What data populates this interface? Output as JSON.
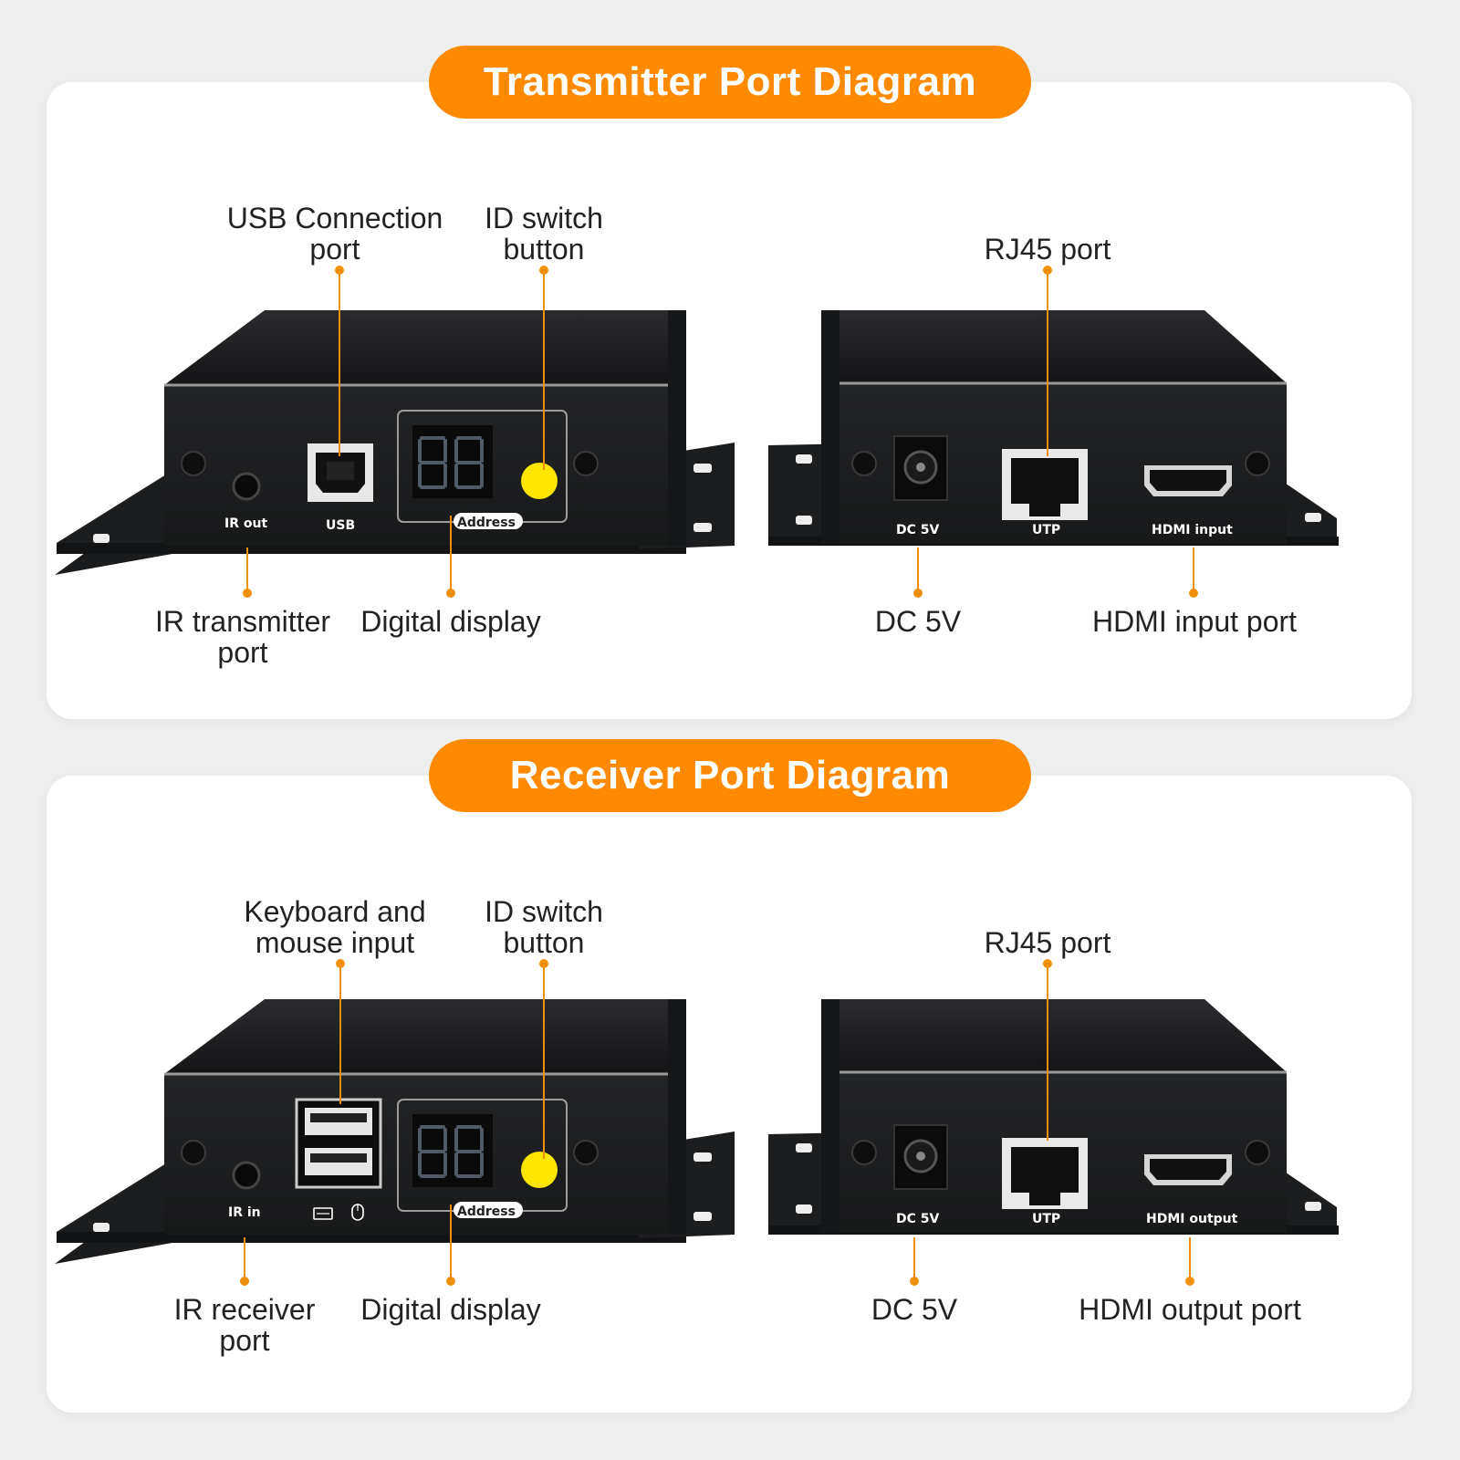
{
  "transmitter": {
    "title": "Transmitter Port Diagram",
    "callouts": {
      "usb_port": [
        "USB Connection",
        "port"
      ],
      "id_switch": [
        "ID switch",
        "button"
      ],
      "rj45": [
        "RJ45 port"
      ],
      "ir_port": [
        "IR transmitter",
        "port"
      ],
      "digital_display": [
        "Digital display"
      ],
      "dc": [
        "DC 5V"
      ],
      "hdmi": [
        "HDMI input port"
      ]
    },
    "silkscreen": {
      "ir": "IR out",
      "usb": "USB",
      "address": "Address",
      "dc": "DC 5V",
      "utp": "UTP",
      "hdmi": "HDMI input"
    }
  },
  "receiver": {
    "title": "Receiver Port Diagram",
    "callouts": {
      "usb_port": [
        "Keyboard and",
        "mouse input"
      ],
      "id_switch": [
        "ID switch",
        "button"
      ],
      "rj45": [
        "RJ45 port"
      ],
      "ir_port": [
        "IR receiver",
        "port"
      ],
      "digital_display": [
        "Digital display"
      ],
      "dc": [
        "DC 5V"
      ],
      "hdmi": [
        "HDMI output port"
      ]
    },
    "silkscreen": {
      "ir": "IR in",
      "address": "Address",
      "dc": "DC 5V",
      "utp": "UTP",
      "hdmi": "HDMI output"
    }
  },
  "colors": {
    "accent": "#ff8a00",
    "device_body": "#1f2022",
    "id_button": "#ffe600"
  },
  "icons": {
    "usb_keyboard": "keyboard-icon",
    "usb_mouse": "mouse-icon"
  }
}
